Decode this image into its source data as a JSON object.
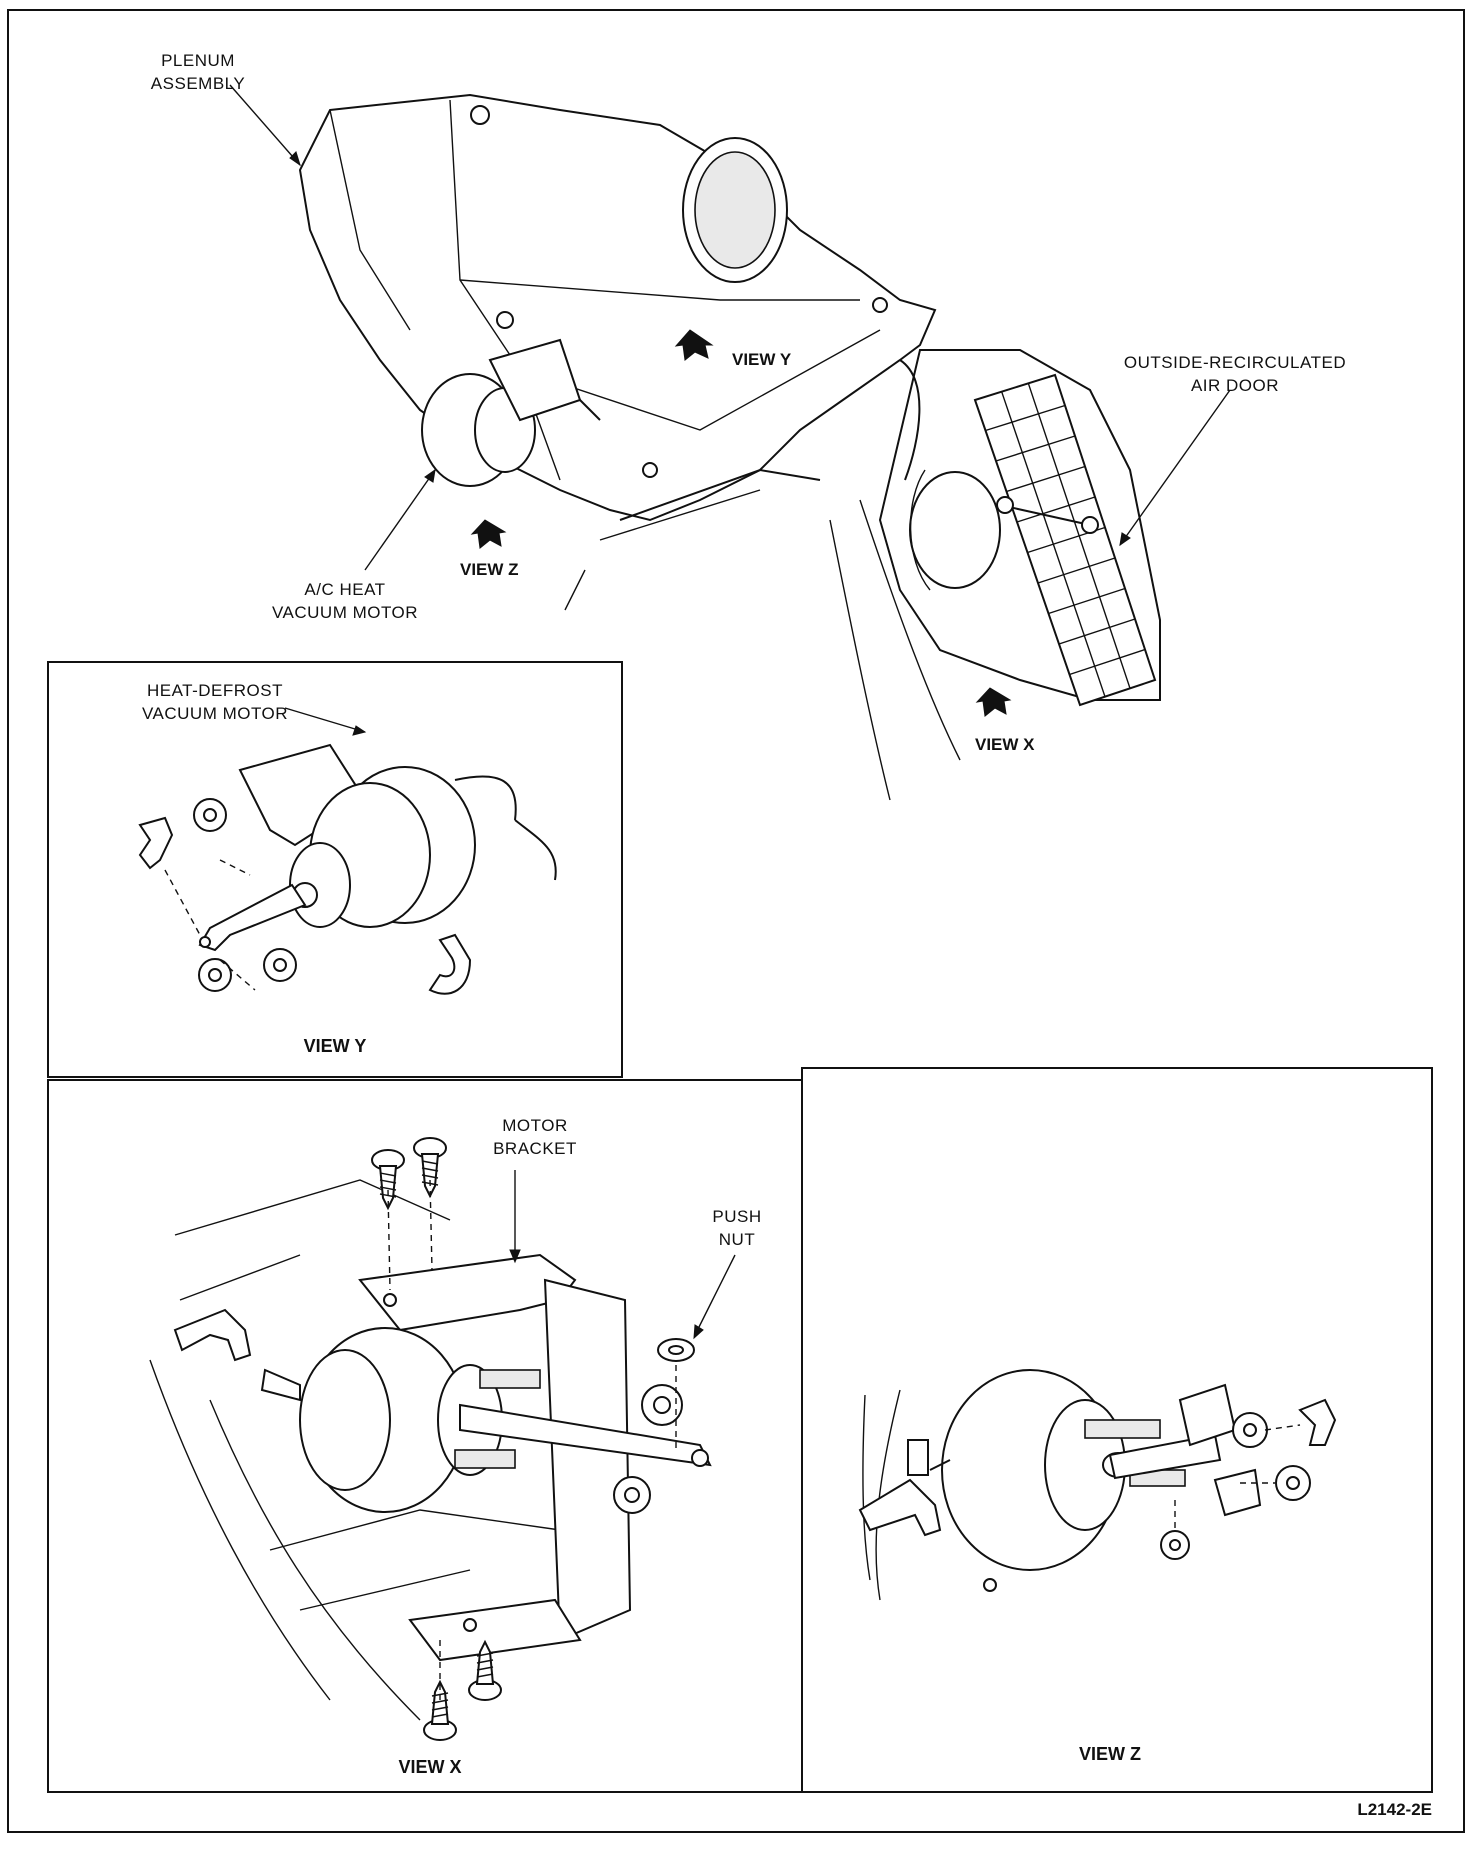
{
  "labels": {
    "plenum_line1": "PLENUM",
    "plenum_line2": "ASSEMBLY",
    "air_door_line1": "OUTSIDE-RECIRCULATED",
    "air_door_line2": "AIR DOOR",
    "view_y_arrow": "VIEW Y",
    "view_z_arrow": "VIEW Z",
    "view_x_arrow": "VIEW X",
    "ac_heat_line1": "A/C HEAT",
    "ac_heat_line2": "VACUUM MOTOR",
    "heat_defrost_line1": "HEAT-DEFROST",
    "heat_defrost_line2": "VACUUM MOTOR",
    "motor_bracket_line1": "MOTOR",
    "motor_bracket_line2": "BRACKET",
    "push_nut_line1": "PUSH",
    "push_nut_line2": "NUT"
  },
  "captions": {
    "view_y": "VIEW Y",
    "view_x": "VIEW X",
    "view_z": "VIEW Z"
  },
  "figure_id": "L2142-2E"
}
